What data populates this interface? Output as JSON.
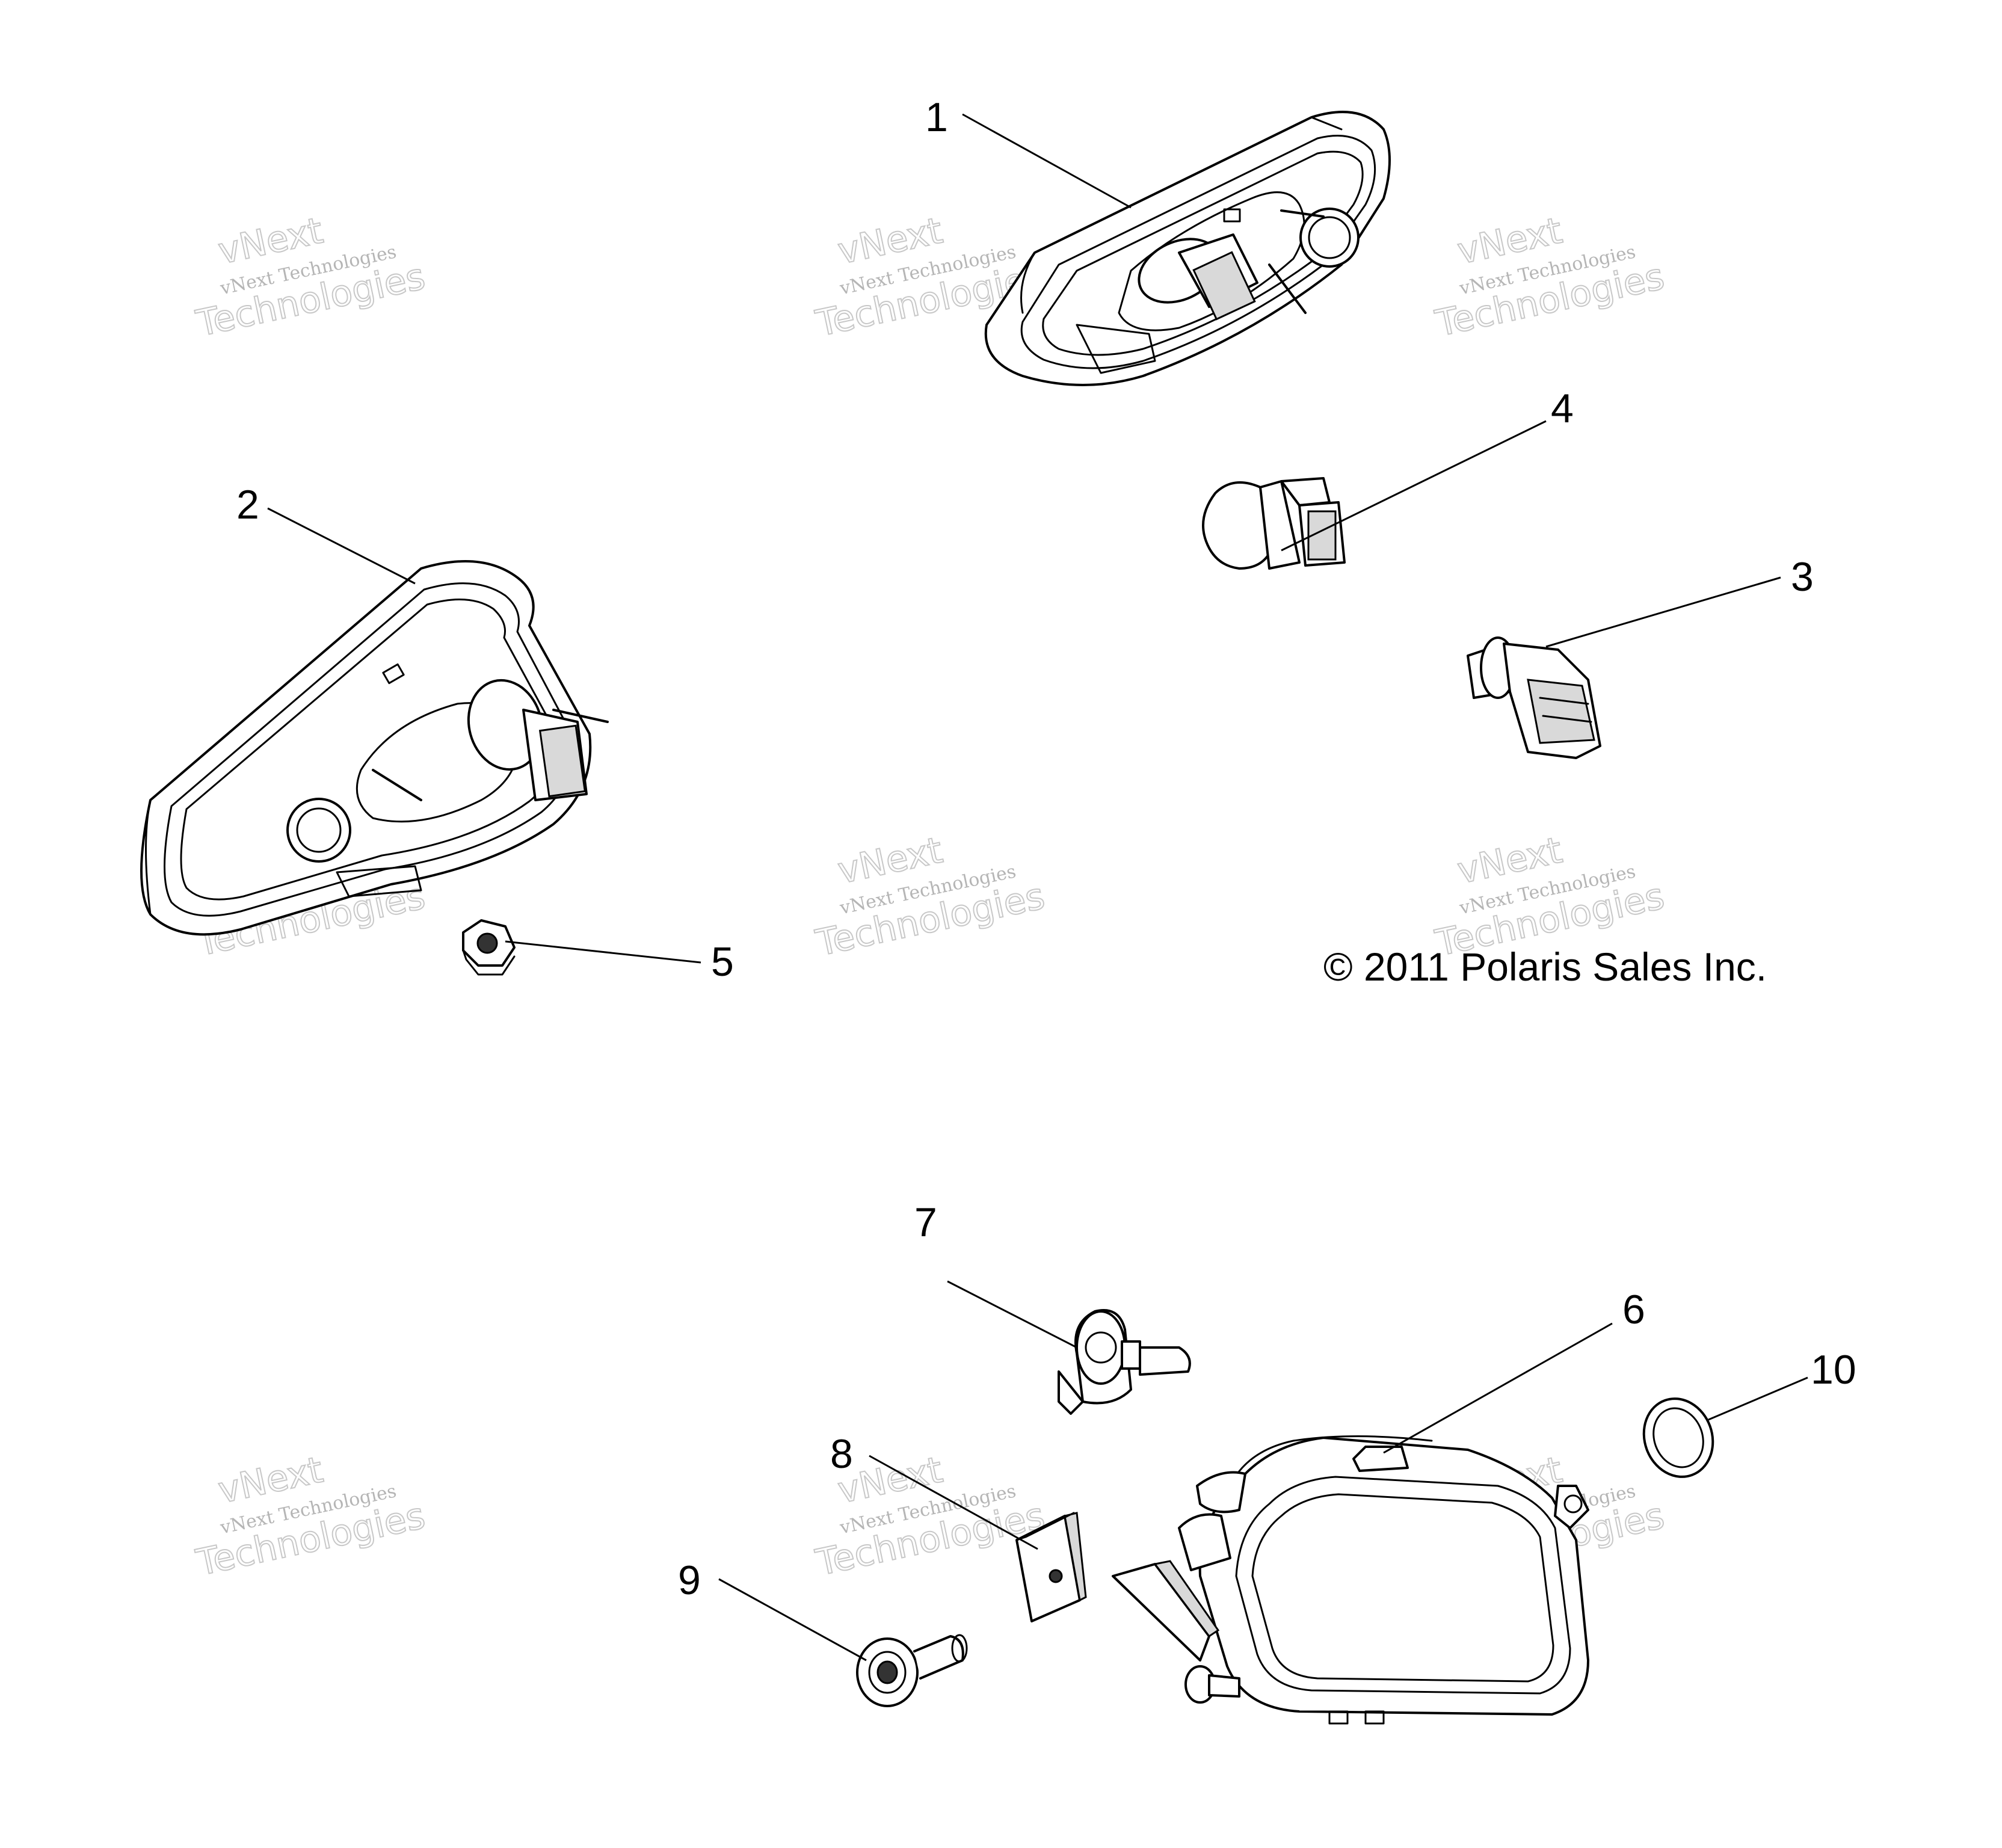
{
  "callouts": {
    "c1": "1",
    "c2": "2",
    "c3": "3",
    "c4": "4",
    "c5": "5",
    "c6": "6",
    "c7": "7",
    "c8": "8",
    "c9": "9",
    "c10": "10"
  },
  "copyright": "© 2011 Polaris Sales Inc.",
  "watermark": {
    "brand": "vNext",
    "name": "vNext Technologies",
    "word": "Technologies"
  },
  "colors": {
    "line": "#000000",
    "background": "#ffffff",
    "watermark": "#c8c8c8"
  }
}
